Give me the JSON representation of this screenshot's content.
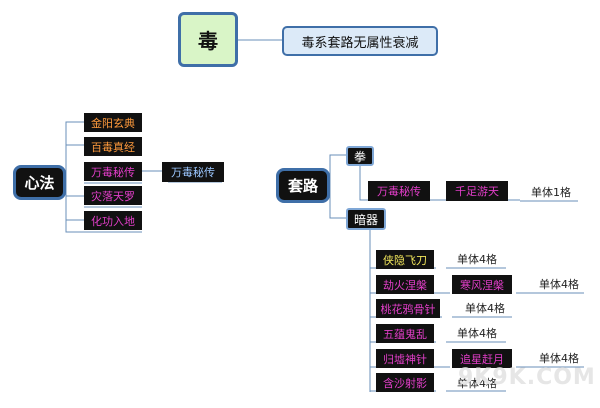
{
  "root": {
    "label": "毒",
    "note": "毒系套路无属性衰减"
  },
  "xinfa": {
    "label": "心法",
    "items": [
      {
        "label": "金阳玄典"
      },
      {
        "label": "百毒真经"
      },
      {
        "label": "万毒秘传",
        "child": "万毒秘传"
      },
      {
        "label": "灾落天罗"
      },
      {
        "label": "化功入地"
      }
    ]
  },
  "taolu": {
    "label": "套路",
    "quan": {
      "label": "拳",
      "chain": [
        "万毒秘传",
        "千足游天"
      ],
      "note": "单体1格"
    },
    "anqi": {
      "label": "暗器",
      "rows": [
        {
          "skill": "侠隐飞刀",
          "note": "单体4格"
        },
        {
          "skill": "劫火涅槃",
          "next": "寒风涅槃",
          "note": "单体4格"
        },
        {
          "skill": "桃花鸦骨针",
          "note": "单体4格"
        },
        {
          "skill": "五蕴鬼乱",
          "note": "单体4格"
        },
        {
          "skill": "归墟神针",
          "next": "追星赶月",
          "note": "单体4格"
        },
        {
          "skill": "含沙射影",
          "note": "单体4格"
        }
      ]
    }
  },
  "colors": {
    "orange": "#ff9a3c",
    "magenta": "#e23ec9",
    "green": "#8ee36a",
    "yellow": "#f2e75c",
    "border_blue": "#3f6fa8",
    "root_fill": "#d9f5c7",
    "note_fill": "#dceaf8"
  },
  "watermark": "9K9K.COM"
}
